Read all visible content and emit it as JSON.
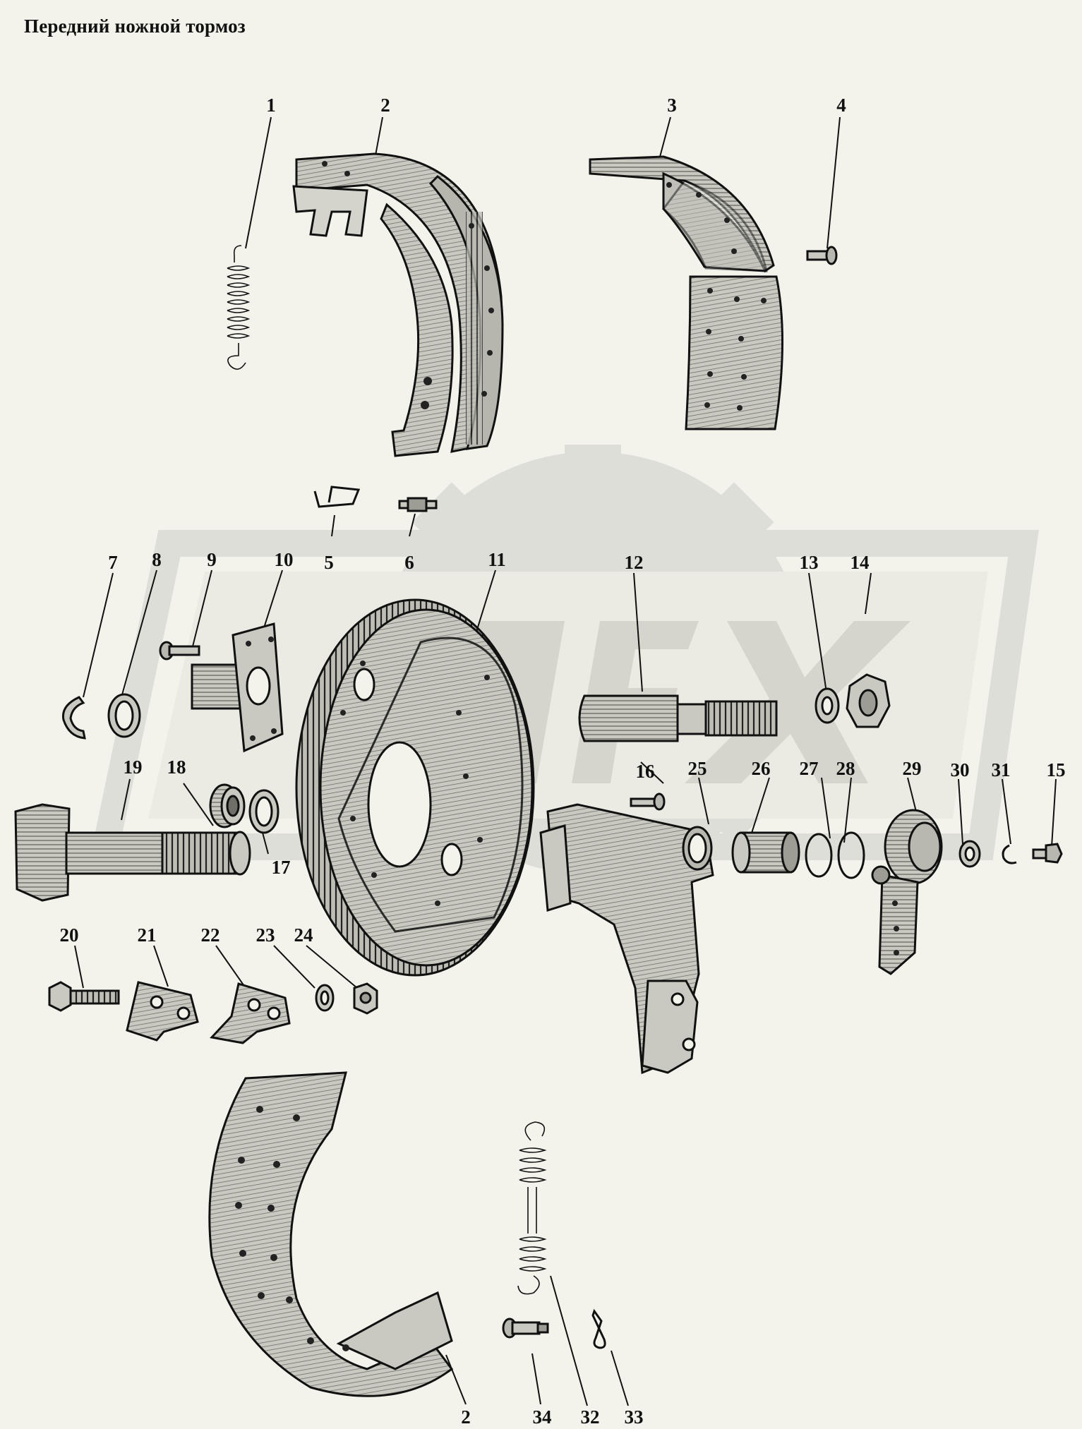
{
  "title": "Передний ножной тормоз",
  "colors": {
    "background": "#f3f3ec",
    "ink": "#111111",
    "part_fill": "#c9c9c2",
    "part_shade": "#8d8d86",
    "watermark": "#dcdcd6"
  },
  "watermark_icon": "gear-logo-watermark-icon",
  "callouts": {
    "c1": "1",
    "c2": "2",
    "c3": "3",
    "c4": "4",
    "c5": "5",
    "c6": "6",
    "c7": "7",
    "c8": "8",
    "c9": "9",
    "c10": "10",
    "c11": "11",
    "c12": "12",
    "c13": "13",
    "c14": "14",
    "c15": "15",
    "c16": "16",
    "c17": "17",
    "c18": "18",
    "c19": "19",
    "c20": "20",
    "c21": "21",
    "c22": "22",
    "c23": "23",
    "c24": "24",
    "c25": "25",
    "c26": "26",
    "c27": "27",
    "c28": "28",
    "c29": "29",
    "c30": "30",
    "c31": "31",
    "c32": "32",
    "c33": "33",
    "c34": "34",
    "c2b": "2"
  }
}
